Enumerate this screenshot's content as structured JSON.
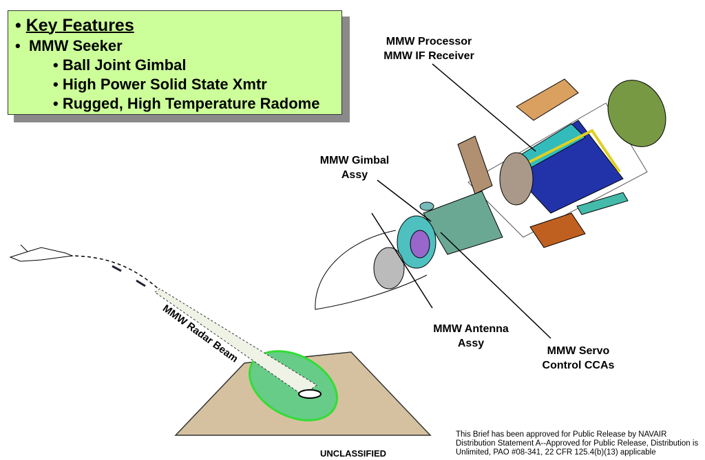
{
  "key_features": {
    "title": "Key Features",
    "bullet": "•",
    "items": [
      "MMW Seeker"
    ],
    "sub_items": [
      "Ball Joint Gimbal",
      "High Power Solid State Xmtr",
      "Rugged, High Temperature Radome"
    ]
  },
  "labels": {
    "processor": [
      "MMW Processor",
      "MMW IF Receiver"
    ],
    "gimbal": [
      "MMW Gimbal",
      "Assy"
    ],
    "antenna": [
      "MMW Antenna",
      "Assy"
    ],
    "servo": [
      "MMW Servo",
      "Control CCAs"
    ],
    "radar_beam": "MMW Radar Beam"
  },
  "classification": "UNCLASSIFIED",
  "release_note": [
    "This Brief has been approved for Public Release by NAVAIR",
    "Distribution Statement A--Approved for Public Release, Distribution is",
    "Unlimited, PAO #08-341, 22 CFR 125.4(b)(13) applicable"
  ]
}
